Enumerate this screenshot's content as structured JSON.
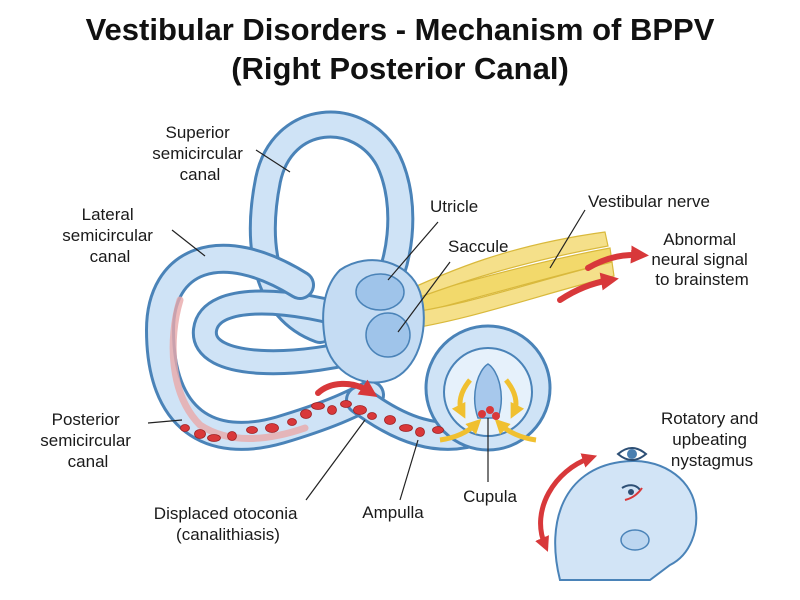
{
  "title": {
    "line1": "Vestibular Disorders - Mechanism of BPPV",
    "line2": "(Right Posterior Canal)"
  },
  "labels": {
    "superior": [
      "Superior",
      "semicircular",
      "canal"
    ],
    "lateral": [
      "Lateral",
      "semicircular",
      "canal"
    ],
    "posterior": [
      "Posterior",
      "semicircular",
      "canal"
    ],
    "utricle": "Utricle",
    "saccule": "Saccule",
    "vestibular_nerve": "Vestibular nerve",
    "abnormal_signal": [
      "Abnormal",
      "neural signal",
      "to brainstem"
    ],
    "nystagmus": [
      "Rotatory and",
      "upbeating",
      "nystagmus"
    ],
    "otoconia": [
      "Displaced otoconia",
      "(canalithiasis)"
    ],
    "ampulla": "Ampulla",
    "cupula": "Cupula"
  },
  "colors": {
    "canal_fill": "#cfe3f6",
    "canal_outline": "#4a83b8",
    "otoconia": "#d9383a",
    "nerve": "#f2d96b",
    "flow_arrow": "#d8383a",
    "cupula_arrow": "#f0c030"
  }
}
